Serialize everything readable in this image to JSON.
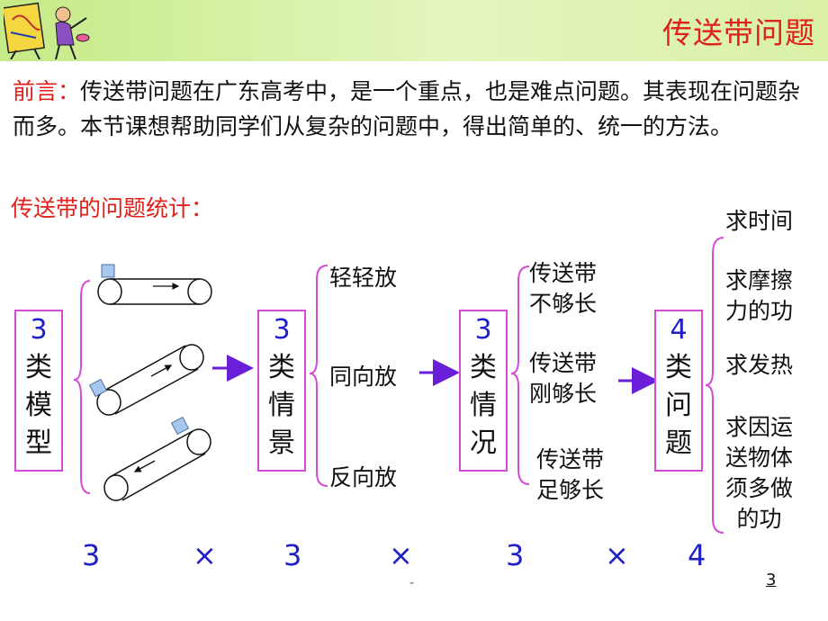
{
  "title": "传送带问题",
  "intro": {
    "label": "前言：",
    "text": "传送带问题在广东高考中，是一个重点，也是难点问题。其表现在问题杂而多。本节课想帮助同学们从复杂的问题中，得出简单的、统一的方法。"
  },
  "section_title": "传送带的问题统计：",
  "boxes": [
    {
      "num": "3",
      "chars": [
        "类",
        "模",
        "型"
      ]
    },
    {
      "num": "3",
      "chars": [
        "类",
        "情",
        "景"
      ]
    },
    {
      "num": "3",
      "chars": [
        "类",
        "情",
        "况"
      ]
    },
    {
      "num": "4",
      "chars": [
        "类",
        "问",
        "题"
      ]
    }
  ],
  "scenes": [
    "轻轻放",
    "同向放",
    "反向放"
  ],
  "conditions": [
    [
      "传送带",
      "不够长"
    ],
    [
      "传送带",
      "刚够长"
    ],
    [
      "传送带",
      "足够长"
    ]
  ],
  "problems": [
    [
      "求时间"
    ],
    [
      "求摩擦",
      "力的功"
    ],
    [
      "求发热"
    ],
    [
      "求因运",
      "送物体",
      "须多做",
      "的功"
    ]
  ],
  "bottom_numbers": [
    "3",
    "3",
    "3",
    "4"
  ],
  "times_symbol": "×",
  "page_number": "3",
  "footer_dash": "-",
  "colors": {
    "title_red": "#e0201a",
    "box_border": "#d64bd6",
    "arrow": "#6a1ed8",
    "number_blue": "#2020c8",
    "header_green": "#c6ea86"
  }
}
